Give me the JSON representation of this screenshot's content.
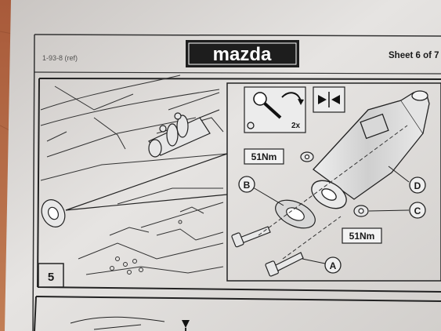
{
  "header": {
    "brand": "mazda",
    "sheet": "Sheet 6 of 7",
    "faint_ref": "1-93-8 (ref)"
  },
  "step": {
    "number": "5"
  },
  "tools": {
    "count": "2x"
  },
  "torque": {
    "top": "51Nm",
    "right": "51Nm"
  },
  "callouts": {
    "a": "A",
    "b": "B",
    "c": "C",
    "d": "D"
  }
}
